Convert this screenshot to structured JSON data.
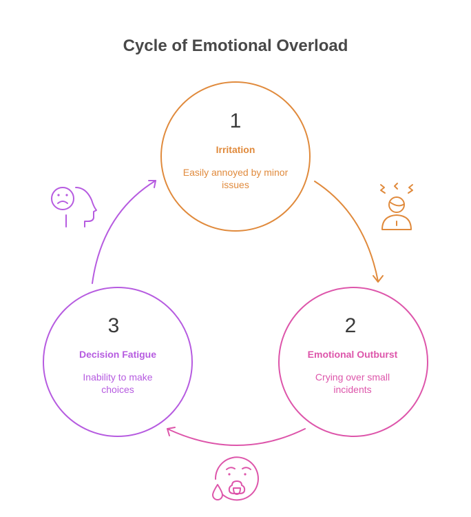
{
  "title": "Cycle of Emotional Overload",
  "colors": {
    "stage1": "#e08a3c",
    "stage2": "#dd55aa",
    "stage3": "#b65be0",
    "number": "#3a3a3a",
    "title": "#484848"
  },
  "stages": [
    {
      "number": "1",
      "heading": "Irritation",
      "description_lines": [
        "Easily annoyed by minor",
        "issues"
      ],
      "icon": "frustrated-person-icon"
    },
    {
      "number": "2",
      "heading": "Emotional Outburst",
      "description_lines": [
        "Crying over small",
        "incidents"
      ],
      "icon": "crying-face-icon"
    },
    {
      "number": "3",
      "heading": "Decision Fatigue",
      "description_lines": [
        "Inability to make",
        "choices"
      ],
      "icon": "sad-head-profile-icon"
    }
  ],
  "arrows": [
    {
      "from": "1",
      "to": "2"
    },
    {
      "from": "2",
      "to": "3"
    },
    {
      "from": "3",
      "to": "1"
    }
  ]
}
